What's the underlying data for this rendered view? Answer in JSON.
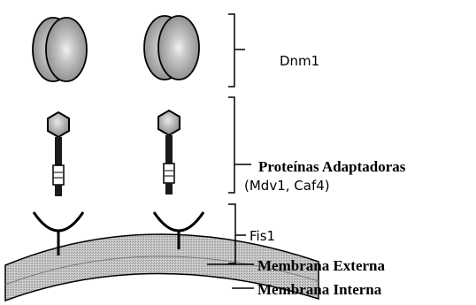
{
  "labels": {
    "dnm1": "Dnm1",
    "adapters": "Proteínas Adaptadoras",
    "adapters_examples": "(Mdv1, Caf4)",
    "fis1": "Fis1",
    "outer_membrane": "Membrana Externa",
    "inner_membrane": "Membrana Interna"
  },
  "colors": {
    "protein_fill": "#9a9a9a",
    "protein_highlight": "#ededed",
    "membrane_fill": "#b8b8b8",
    "line": "#000000"
  }
}
